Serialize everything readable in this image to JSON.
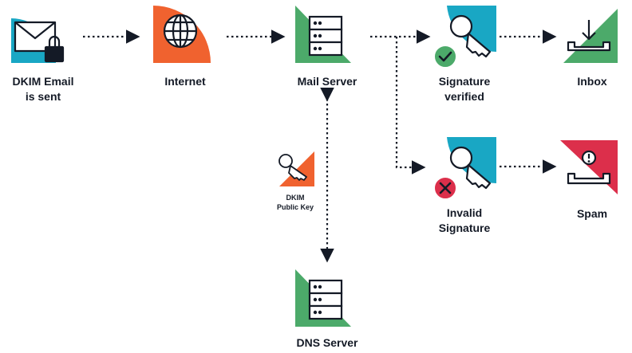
{
  "colors": {
    "teal": "#19a7c4",
    "orange": "#f0622f",
    "green": "#4caa6a",
    "red": "#dc2f4b",
    "ink": "#141a26"
  },
  "nodes": {
    "email": {
      "label_lines": [
        "DKIM Email",
        "is sent"
      ],
      "icon": "envelope-lock-icon"
    },
    "internet": {
      "label_lines": [
        "Internet"
      ],
      "icon": "globe-icon"
    },
    "mail_server": {
      "label_lines": [
        "Mail Server"
      ],
      "icon": "server-icon"
    },
    "sig_verified": {
      "label_lines": [
        "Signature",
        "verified"
      ],
      "icon": "key-check-icon"
    },
    "inbox": {
      "label_lines": [
        "Inbox"
      ],
      "icon": "inbox-icon"
    },
    "public_key": {
      "label_lines": [
        "DKIM",
        "Public Key"
      ],
      "icon": "key-icon"
    },
    "dns_server": {
      "label_lines": [
        "DNS Server"
      ],
      "icon": "server-icon"
    },
    "sig_invalid": {
      "label_lines": [
        "Invalid",
        "Signature"
      ],
      "icon": "key-cross-icon"
    },
    "spam": {
      "label_lines": [
        "Spam"
      ],
      "icon": "spam-tray-icon"
    }
  }
}
